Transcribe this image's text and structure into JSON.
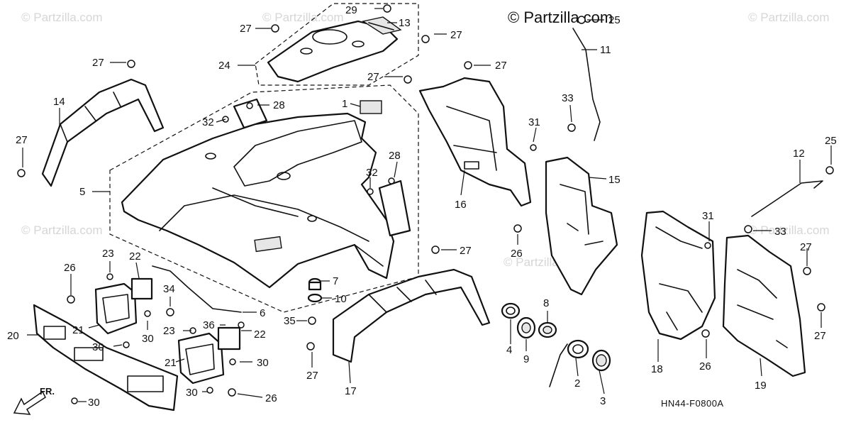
{
  "brand": "© Partzilla.com",
  "watermark": "© Partzilla.com",
  "diagram_code": "HN44-F0800A",
  "direction_label": "FR.",
  "callouts": [
    "1",
    "2",
    "3",
    "4",
    "5",
    "6",
    "7",
    "8",
    "9",
    "10",
    "11",
    "12",
    "13",
    "14",
    "15",
    "16",
    "17",
    "18",
    "19",
    "20",
    "21",
    "22",
    "23",
    "24",
    "25",
    "26",
    "27",
    "28",
    "29",
    "30",
    "31",
    "32",
    "33",
    "34",
    "35",
    "36"
  ]
}
